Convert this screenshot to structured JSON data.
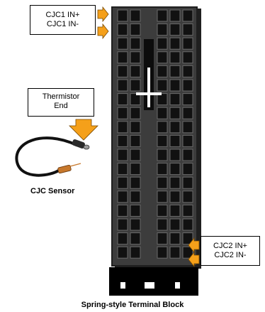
{
  "labels": {
    "cjc1_in_plus": "CJC1 IN+",
    "cjc1_in_minus": "CJC1 IN-",
    "thermistor_line1": "Thermistor",
    "thermistor_line2": "End",
    "cjc_sensor": "CJC Sensor",
    "cjc2_in_plus": "CJC2 IN+",
    "cjc2_in_minus": "CJC2 IN-",
    "terminal_block": "Spring-style Terminal Block"
  },
  "colors": {
    "block_body": "#3c3c3c",
    "block_edge": "#1f1f1f",
    "terminal_slot": "#111111",
    "slot_border": "#6a6a6a",
    "arrow_orange": "#f5a01a",
    "arrow_outline": "#7a4a00",
    "cable": "#111111",
    "sensor_tip_copper": "#c7782c",
    "thermistor_cap": "#9a9a9a"
  },
  "icons": {
    "pin_arrow": "arrow-right-icon",
    "down_arrow": "arrow-down-icon",
    "cjc_sensor": "cable-sensor-icon"
  }
}
